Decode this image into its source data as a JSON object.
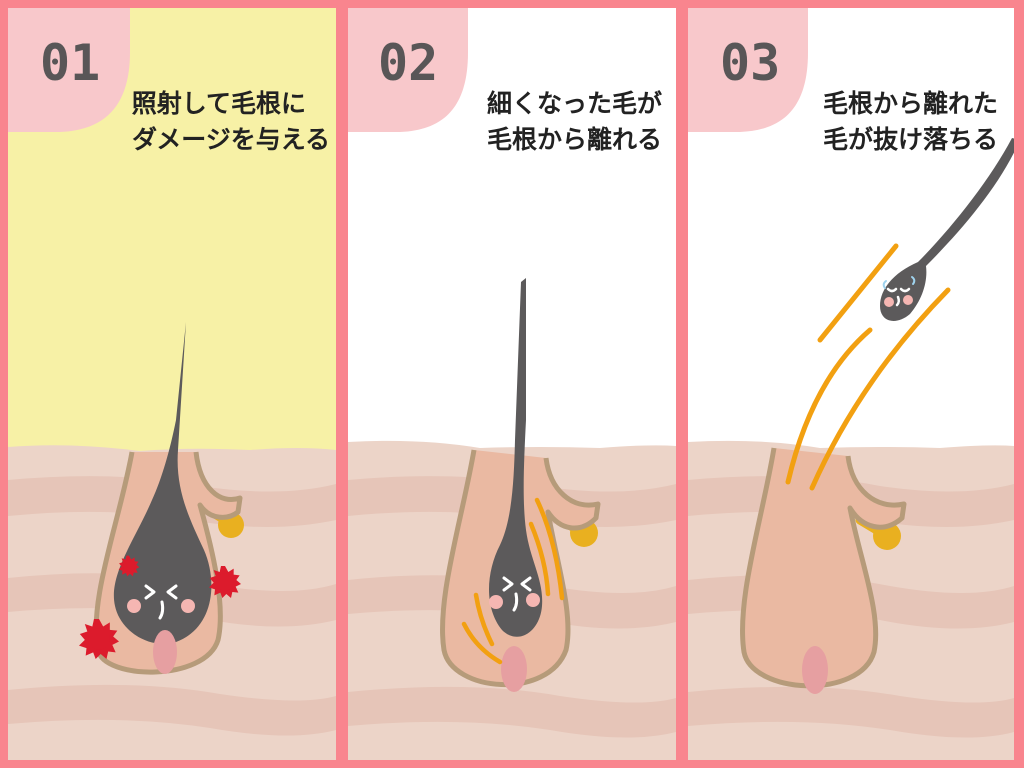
{
  "panels": [
    {
      "number": "01",
      "caption_line1": "照射して毛根に",
      "caption_line2": "ダメージを与える"
    },
    {
      "number": "02",
      "caption_line1": "細くなった毛が",
      "caption_line2": "毛根から離れる"
    },
    {
      "number": "03",
      "caption_line1": "毛根から離れた",
      "caption_line2": "毛が抜け落ちる"
    }
  ],
  "colors": {
    "frame": "#f9858e",
    "tab": "#f8c8cb",
    "light_beam": "#f7f1a6",
    "skin_base": "#ecd4c8",
    "skin_band": "#e6c5b8",
    "follicle": "#eab9a2",
    "follicle_outline": "#b69b7a",
    "hair": "#5c5a5b",
    "papilla": "#e69fa1",
    "gland": "#e9b020",
    "energy_lines": "#f2a011",
    "damage": "#dc1b2c",
    "cheek": "#f5b6b2"
  }
}
